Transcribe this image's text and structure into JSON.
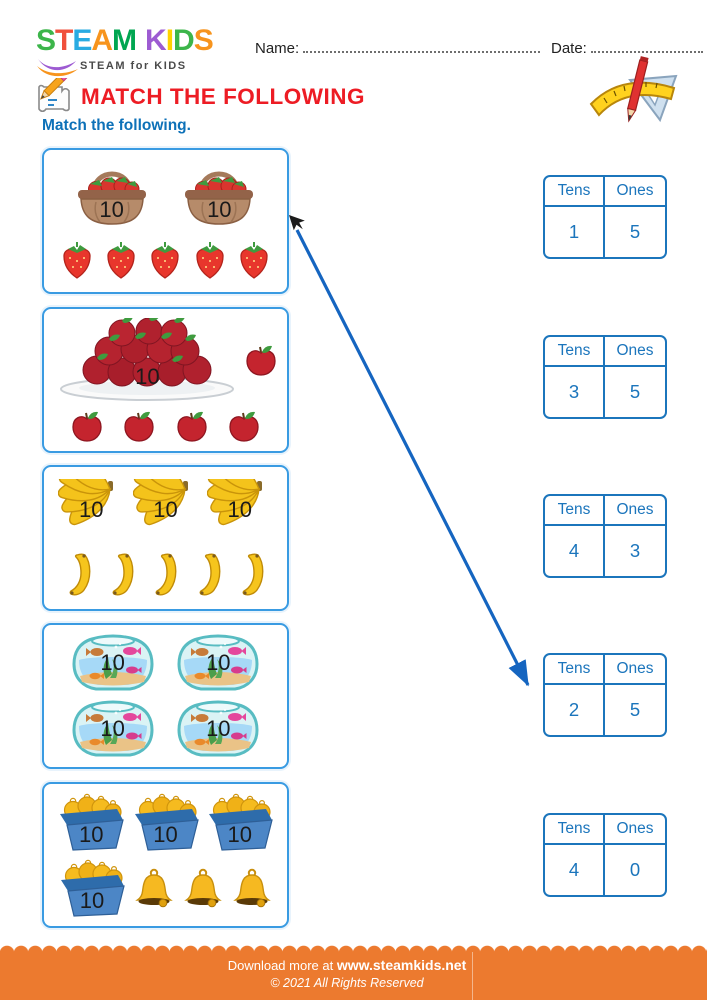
{
  "logo": {
    "letters": [
      {
        "ch": "S",
        "color": "#3cb54a"
      },
      {
        "ch": "T",
        "color": "#f0503c"
      },
      {
        "ch": "E",
        "color": "#29abe2"
      },
      {
        "ch": "A",
        "color": "#f7941d"
      },
      {
        "ch": "M",
        "color": "#00a651"
      },
      {
        "ch": "K",
        "color": "#9d5bd2"
      },
      {
        "ch": "I",
        "color": "#ffd200"
      },
      {
        "ch": "D",
        "color": "#3cb54a"
      },
      {
        "ch": "S",
        "color": "#f7941d"
      }
    ],
    "tagline": "STEAM for KIDS"
  },
  "fields": {
    "name_label": "Name:",
    "name_value": "",
    "date_label": "Date:",
    "date_value": ""
  },
  "heading": {
    "title": "MATCH THE FOLLOWING",
    "instruction": "Match the following."
  },
  "boxes": [
    {
      "item": "strawberries",
      "tens": 2,
      "ones": 5,
      "group_label": "10"
    },
    {
      "item": "apples",
      "tens": 1,
      "ones": 5,
      "group_label": "10"
    },
    {
      "item": "bananas",
      "tens": 3,
      "ones": 5,
      "group_label": "10"
    },
    {
      "item": "fish-bowls",
      "tens": 4,
      "ones": 0,
      "group_label": "10"
    },
    {
      "item": "bells",
      "tens": 4,
      "ones": 3,
      "group_label": "10"
    }
  ],
  "table_headers": {
    "tens": "Tens",
    "ones": "Ones"
  },
  "tables": [
    {
      "tens": "1",
      "ones": "5"
    },
    {
      "tens": "3",
      "ones": "5"
    },
    {
      "tens": "4",
      "ones": "3"
    },
    {
      "tens": "2",
      "ones": "5"
    },
    {
      "tens": "4",
      "ones": "0"
    }
  ],
  "annotation": {
    "match_line_from": "picture-box-strawberries",
    "match_line_to": "table-tens-2-ones-5"
  },
  "footer": {
    "download_prefix": "Download more at",
    "website": "www.steamkids.net",
    "copyright": "© 2021 All Rights Reserved"
  },
  "colors": {
    "title_red": "#ed1c24",
    "instruction_blue": "#0d71b8",
    "table_blue": "#1b75bc",
    "box_border_blue": "#399be2",
    "footer_orange": "#ec7a2f",
    "match_line_blue": "#1565c0"
  }
}
